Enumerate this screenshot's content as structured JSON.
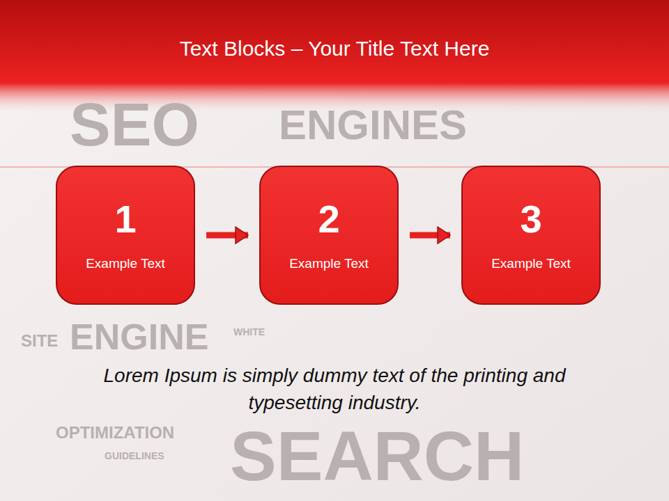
{
  "diagram": {
    "title": "Text Blocks – Your Title Text Here",
    "caption": "Lorem Ipsum is simply dummy text of the printing and typesetting industry.",
    "nodes": [
      {
        "text": [
          "1",
          "Example Text"
        ]
      },
      {
        "text": [
          "2",
          "Example Text"
        ]
      },
      {
        "text": [
          "3",
          "Example Text"
        ]
      }
    ],
    "edges": [
      {
        "from": 0,
        "to": 1,
        "arrow": "to"
      },
      {
        "from": 1,
        "to": 2,
        "arrow": "to"
      }
    ],
    "labels": [
      "SEO",
      "ENGINES",
      "SITE",
      "ENGINE",
      "WHITE",
      "OPTIMIZATION",
      "GUIDELINES",
      "SEARCH"
    ]
  }
}
